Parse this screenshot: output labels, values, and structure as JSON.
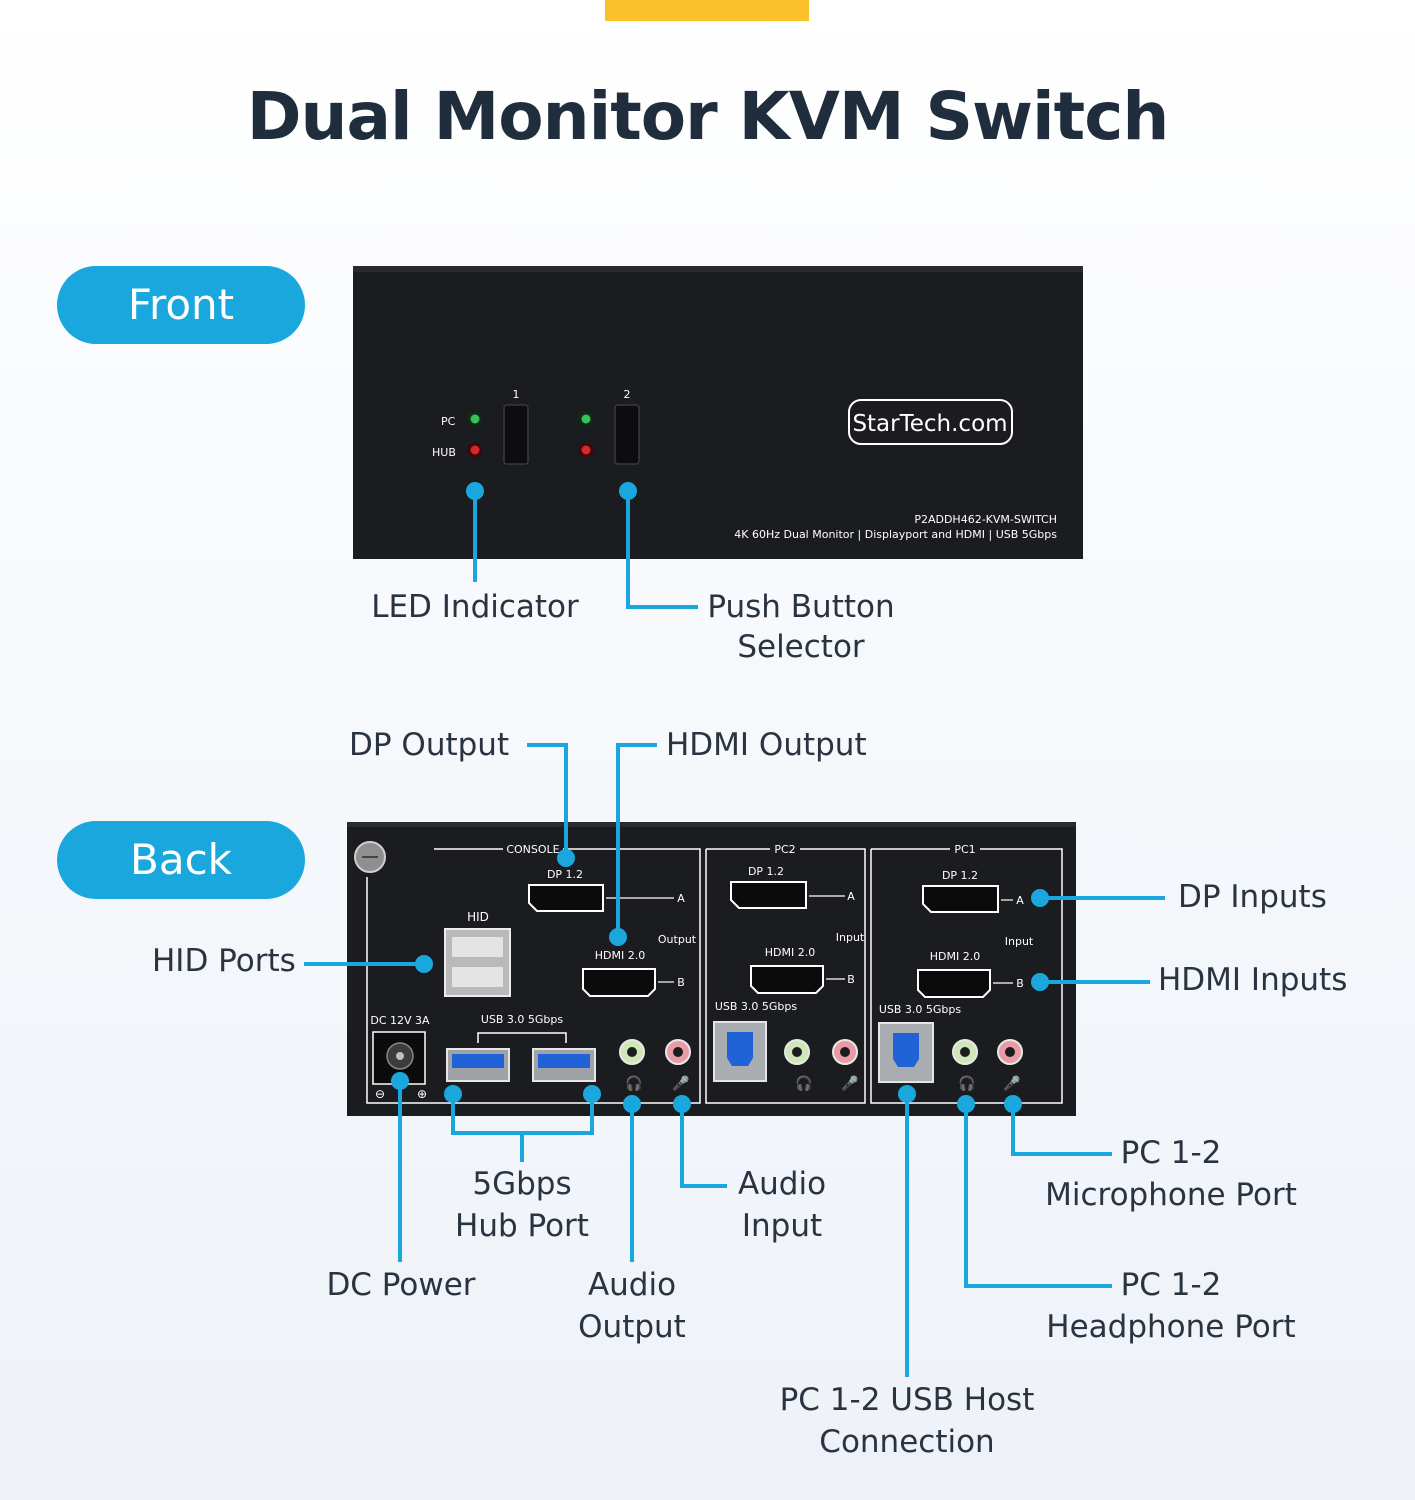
{
  "title": "Dual Monitor KVM Switch",
  "sections": {
    "front": "Front",
    "back": "Back"
  },
  "front_panel": {
    "led_pc": "PC",
    "led_hub": "HUB",
    "button_1": "1",
    "button_2": "2",
    "brand": "StarTech.com",
    "model": "P2ADDH462-KVM-SWITCH",
    "description": "4K 60Hz Dual Monitor | Displayport and HDMI | USB 5Gbps"
  },
  "back_panel": {
    "console": "CONSOLE",
    "pc2": "PC2",
    "pc1": "PC1",
    "hid": "HID",
    "dc": "DC 12V 3A",
    "usb_hub": "USB 3.0 5Gbps",
    "usb_pc2": "USB 3.0 5Gbps",
    "usb_pc1": "USB 3.0 5Gbps",
    "dp_console": "DP 1.2",
    "dp_pc2": "DP 1.2",
    "dp_pc1": "DP 1.2",
    "hdmi_console": "HDMI 2.0",
    "hdmi_pc2": "HDMI 2.0",
    "hdmi_pc1": "HDMI 2.0",
    "output": "Output",
    "input_pc2": "Input",
    "input_pc1": "Input",
    "a_console": "A",
    "b_console": "B",
    "a_pc2": "A",
    "b_pc2": "B",
    "a_pc1": "A",
    "b_pc1": "B"
  },
  "callouts": {
    "led_indicator": "LED Indicator",
    "push_button_1": "Push Button",
    "push_button_2": "Selector",
    "dp_output": "DP Output",
    "hdmi_output": "HDMI Output",
    "hid_ports": "HID Ports",
    "dp_inputs": "DP Inputs",
    "hdmi_inputs": "HDMI Inputs",
    "hub_port_1": "5Gbps",
    "hub_port_2": "Hub Port",
    "audio_input_1": "Audio",
    "audio_input_2": "Input",
    "dc_power": "DC Power",
    "audio_output_1": "Audio",
    "audio_output_2": "Output",
    "mic_port_1": "PC 1-2",
    "mic_port_2": "Microphone Port",
    "headphone_port_1": "PC 1-2",
    "headphone_port_2": "Headphone Port",
    "usb_host_1": "PC 1-2 USB Host",
    "usb_host_2": "Connection"
  },
  "colors": {
    "accent": "#fbc12d",
    "pill": "#1aa7de",
    "leader": "#1aa7de",
    "device": "#1b1c1f"
  }
}
